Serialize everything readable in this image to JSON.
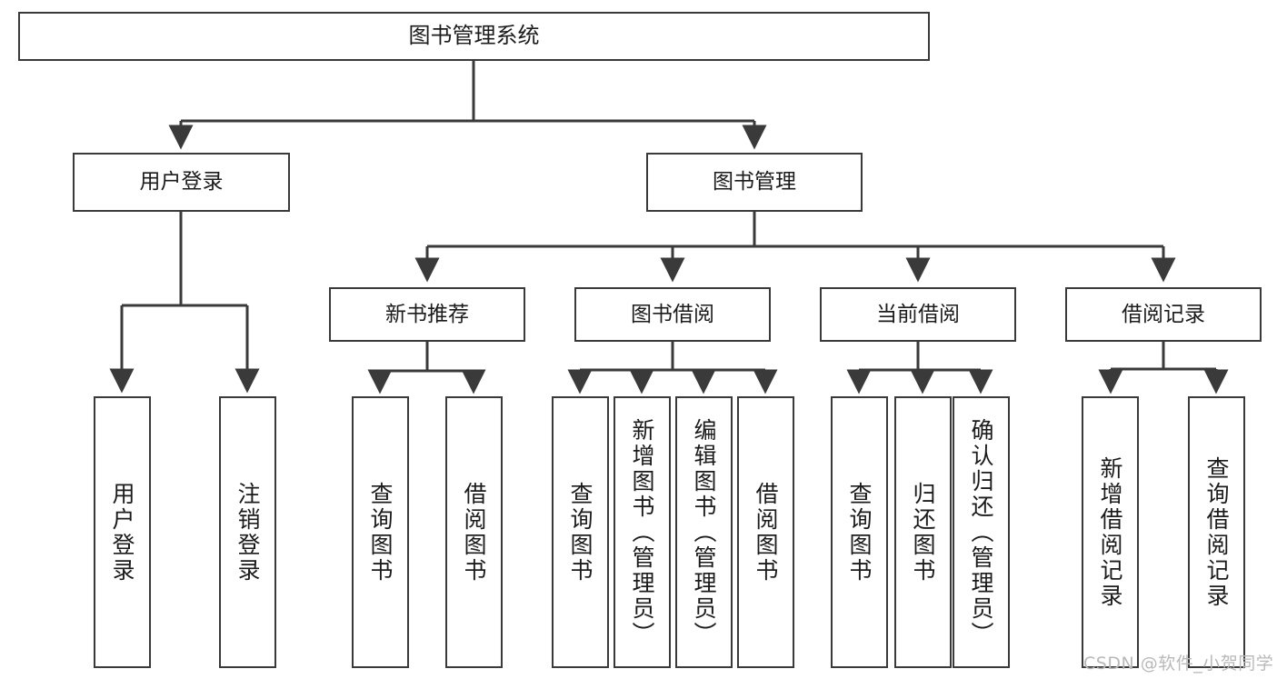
{
  "diagram": {
    "title": "图书管理系统",
    "root": {
      "label": "图书管理系统"
    },
    "level2": [
      {
        "label": "用户登录"
      },
      {
        "label": "图书管理"
      }
    ],
    "level3": [
      {
        "label": "新书推荐"
      },
      {
        "label": "图书借阅"
      },
      {
        "label": "当前借阅"
      },
      {
        "label": "借阅记录"
      }
    ],
    "leaves": {
      "user_login": [
        {
          "label": "用户登录"
        },
        {
          "label": "注销登录"
        }
      ],
      "new_book": [
        {
          "label": "查询图书"
        },
        {
          "label": "借阅图书"
        }
      ],
      "book_borrow": [
        {
          "label": "查询图书"
        },
        {
          "label": "新增图书（管理员）"
        },
        {
          "label": "编辑图书（管理员）"
        },
        {
          "label": "借阅图书"
        }
      ],
      "current_borrow": [
        {
          "label": "查询图书"
        },
        {
          "label": "归还图书"
        },
        {
          "label": "确认归还（管理员）"
        }
      ],
      "borrow_record": [
        {
          "label": "新增借阅记录"
        },
        {
          "label": "查询借阅记录"
        }
      ]
    }
  },
  "watermark": {
    "text": "CSDN @软件_小贺同学"
  },
  "colors": {
    "border": "#3a3a3a",
    "background": "#ffffff",
    "text": "#1b1b1b",
    "watermark": "#b9b9b9"
  }
}
